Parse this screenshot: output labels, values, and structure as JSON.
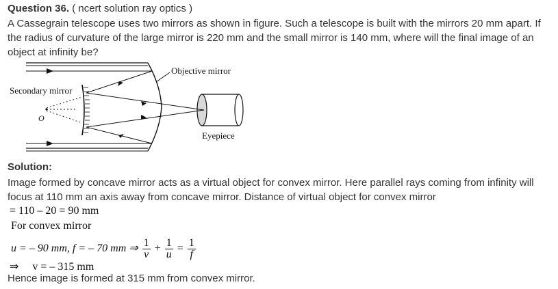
{
  "question": {
    "label": "Question 36.",
    "source": " ( ncert solution ray optics )",
    "text": "A Cassegrain telescope uses two mirrors as shown in figure. Such a telescope is built with the mirrors 20 mm apart. If the radius of curvature of the large mirror is 220 mm and the small mirror is 140 mm, where will the final image of an object at infinity be?"
  },
  "figure": {
    "label_objective": "Objective mirror",
    "label_secondary": "Secondary mirror",
    "label_eyepiece": "Eyepiece",
    "label_o": "O"
  },
  "solution": {
    "heading": "Solution:",
    "text": "Image formed by concave mirror acts as a virtual object for convex mirror. Here parallel rays coming from infinity will focus at 110 mm an axis away from concave mirror. Distance of virtual object for convex mirror",
    "calc1": "= 110 – 20 = 90 mm",
    "calc2": "For convex mirror",
    "calc3_prefix": "u = – 90 mm, f = – 70 mm ⇒",
    "frac_num": "1",
    "frac_v": "v",
    "frac_u": "u",
    "frac_f": "f",
    "op_plus": "+",
    "op_eq": "=",
    "calc4": "⇒     v = – 315 mm",
    "conclusion": "Hence image is formed at 315 mm from convex mirror."
  }
}
